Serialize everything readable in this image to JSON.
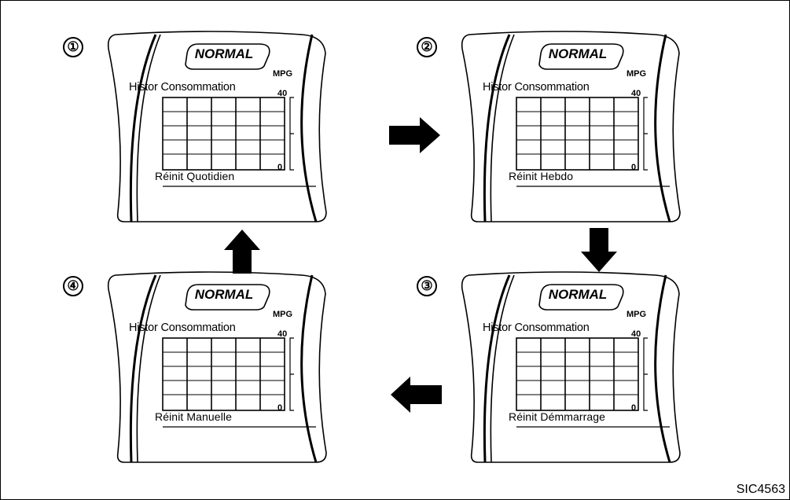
{
  "screens": [
    {
      "step": "①",
      "badge": "NORMAL",
      "unit": "MPG",
      "history_label": "Histor Consommation",
      "y_max": "40",
      "y_min": "0",
      "reset_mode": "Réinit Quotidien"
    },
    {
      "step": "②",
      "badge": "NORMAL",
      "unit": "MPG",
      "history_label": "Histor Consommation",
      "y_max": "40",
      "y_min": "0",
      "reset_mode": "Réinit Hebdo"
    },
    {
      "step": "③",
      "badge": "NORMAL",
      "unit": "MPG",
      "history_label": "Histor Consommation",
      "y_max": "40",
      "y_min": "0",
      "reset_mode": "Réinit Démmarrage"
    },
    {
      "step": "④",
      "badge": "NORMAL",
      "unit": "MPG",
      "history_label": "Histor Consommation",
      "y_max": "40",
      "y_min": "0",
      "reset_mode": "Réinit Manuelle"
    }
  ],
  "flow": [
    {
      "from": "①",
      "to": "②",
      "direction": "right"
    },
    {
      "from": "②",
      "to": "③",
      "direction": "down"
    },
    {
      "from": "③",
      "to": "④",
      "direction": "left"
    },
    {
      "from": "④",
      "to": "①",
      "direction": "up"
    }
  ],
  "figure_code": "SIC4563",
  "colors": {
    "line": "#000000",
    "background": "#ffffff"
  }
}
